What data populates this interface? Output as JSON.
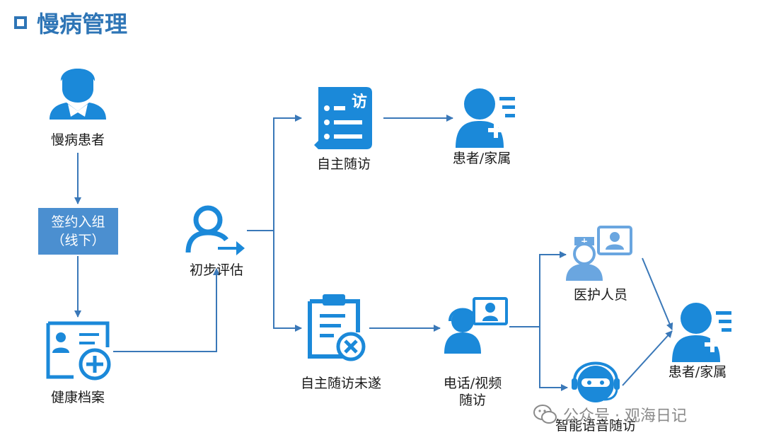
{
  "header": {
    "title": "慢病管理"
  },
  "nodes": {
    "patient": "慢病患者",
    "sign_line1": "签约入组",
    "sign_line2": "（线下）",
    "health_record": "健康档案",
    "initial_assessment": "初步评估",
    "self_followup": "自主随访",
    "patient_family_top": "患者/家属",
    "self_followup_failed": "自主随访未遂",
    "phone_video_line1": "电话/视频",
    "phone_video_line2": "随访",
    "medical_staff": "医护人员",
    "ai_voice_followup": "智能语音随访",
    "patient_family_right": "患者/家属"
  },
  "icons": {
    "form_icon_char": "访"
  },
  "watermark": {
    "text": "公众号 · 观海日记"
  },
  "colors": {
    "accent": "#2e75b6",
    "icon": "#1b89d9",
    "line": "#3a78b8",
    "box": "#4b8fd0"
  }
}
